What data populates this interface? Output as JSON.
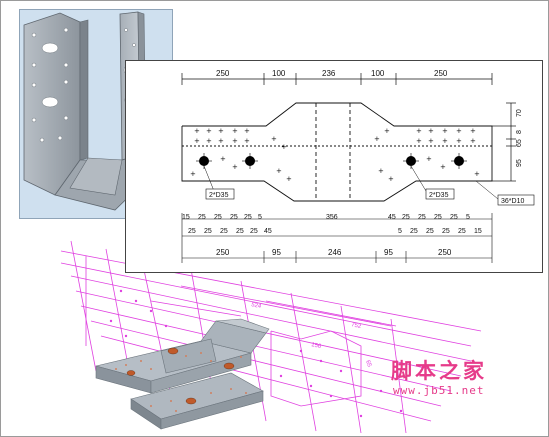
{
  "drawing": {
    "top_dims": [
      "250",
      "100",
      "236",
      "100",
      "250"
    ],
    "right_dims": [
      "70",
      "8",
      "65",
      "95"
    ],
    "bottom_row1": [
      "15",
      "25",
      "25",
      "25",
      "25",
      "5",
      "356",
      "45",
      "25",
      "25",
      "25",
      "25",
      "5"
    ],
    "bottom_row2": [
      "25",
      "25",
      "25",
      "25",
      "25",
      "45",
      "5",
      "25",
      "25",
      "25",
      "25",
      "15"
    ],
    "bottom_total": [
      "250",
      "95",
      "246",
      "95",
      "250"
    ],
    "labels": {
      "left_hole": "2*D35",
      "right_hole": "2*D35",
      "small_holes": "36*D10"
    }
  },
  "overlay_dims": [
    "524",
    "752",
    "156",
    "65"
  ],
  "watermark": {
    "title": "脚本之家",
    "url": "www.jb51.net"
  },
  "colors": {
    "magenta": "#e040e0",
    "drawing_line": "#111111",
    "steel": "#9aa5b0",
    "hole_fill": "#c05a2a"
  }
}
